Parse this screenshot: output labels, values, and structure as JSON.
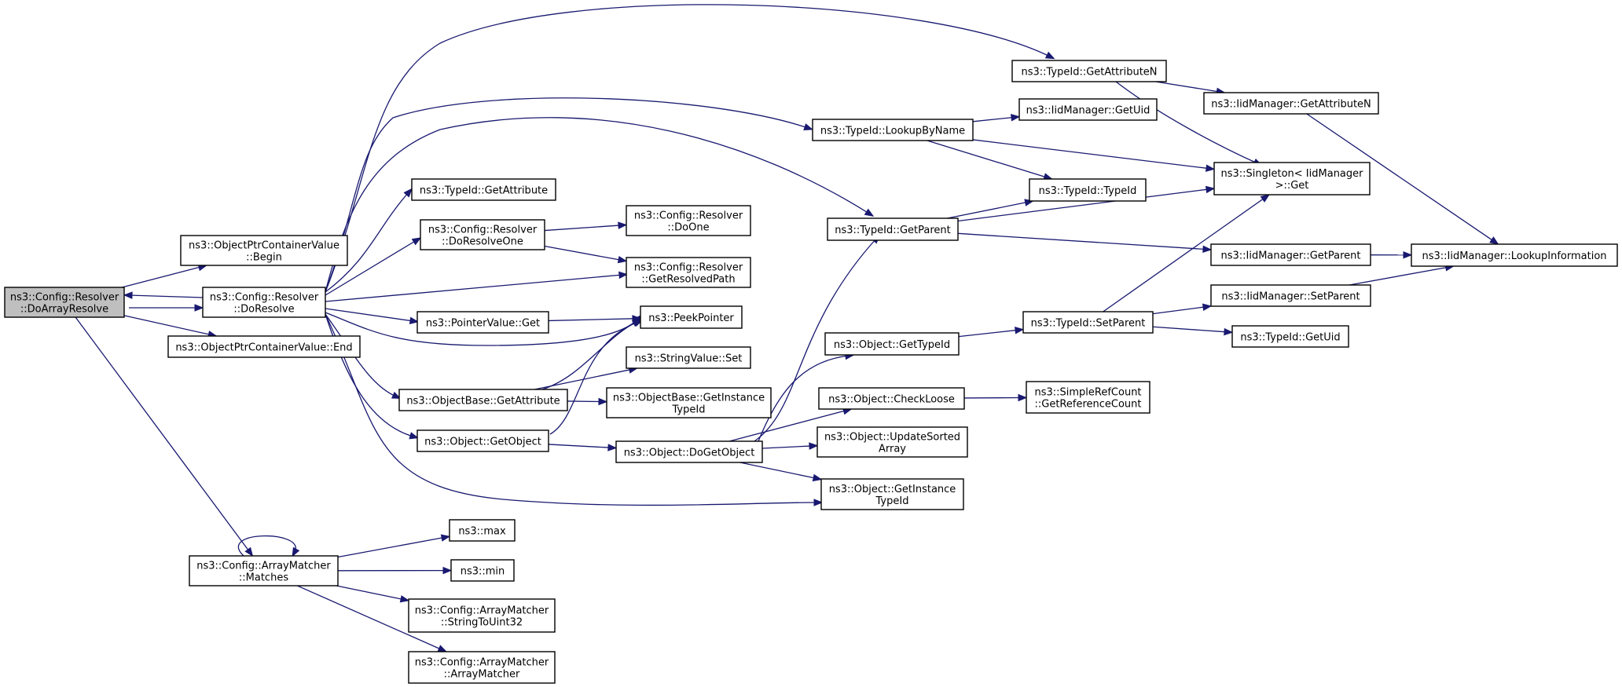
{
  "graph": {
    "nodes": [
      {
        "id": "root",
        "lines": [
          "ns3::Config::Resolver",
          "::DoArrayResolve"
        ],
        "root": true
      },
      {
        "id": "begin",
        "lines": [
          "ns3::ObjectPtrContainerValue",
          "::Begin"
        ]
      },
      {
        "id": "doresolve",
        "lines": [
          "ns3::Config::Resolver",
          "::DoResolve"
        ]
      },
      {
        "id": "end",
        "lines": [
          "ns3::ObjectPtrContainerValue::End"
        ]
      },
      {
        "id": "matches",
        "lines": [
          "ns3::Config::ArrayMatcher",
          "::Matches"
        ]
      },
      {
        "id": "getattr_tid",
        "lines": [
          "ns3::TypeId::GetAttribute"
        ]
      },
      {
        "id": "doresolveone",
        "lines": [
          "ns3::Config::Resolver",
          "::DoResolveOne"
        ]
      },
      {
        "id": "pvget",
        "lines": [
          "ns3::PointerValue::Get"
        ]
      },
      {
        "id": "obgetattr",
        "lines": [
          "ns3::ObjectBase::GetAttribute"
        ]
      },
      {
        "id": "ogetobject",
        "lines": [
          "ns3::Object::GetObject"
        ]
      },
      {
        "id": "doone",
        "lines": [
          "ns3::Config::Resolver",
          "::DoOne"
        ]
      },
      {
        "id": "getresolved",
        "lines": [
          "ns3::Config::Resolver",
          "::GetResolvedPath"
        ]
      },
      {
        "id": "peek",
        "lines": [
          "ns3::PeekPointer"
        ]
      },
      {
        "id": "svset",
        "lines": [
          "ns3::StringValue::Set"
        ]
      },
      {
        "id": "obgetinst",
        "lines": [
          "ns3::ObjectBase::GetInstance",
          "TypeId"
        ]
      },
      {
        "id": "dogetobject",
        "lines": [
          "ns3::Object::DoGetObject"
        ]
      },
      {
        "id": "max",
        "lines": [
          "ns3::max"
        ]
      },
      {
        "id": "min",
        "lines": [
          "ns3::min"
        ]
      },
      {
        "id": "stou32",
        "lines": [
          "ns3::Config::ArrayMatcher",
          "::StringToUint32"
        ]
      },
      {
        "id": "arraymatcher",
        "lines": [
          "ns3::Config::ArrayMatcher",
          "::ArrayMatcher"
        ]
      },
      {
        "id": "lookupbyname",
        "lines": [
          "ns3::TypeId::LookupByName"
        ]
      },
      {
        "id": "getparent_tid",
        "lines": [
          "ns3::TypeId::GetParent"
        ]
      },
      {
        "id": "ogettypeid",
        "lines": [
          "ns3::Object::GetTypeId"
        ]
      },
      {
        "id": "checkloose",
        "lines": [
          "ns3::Object::CheckLoose"
        ]
      },
      {
        "id": "updatesorted",
        "lines": [
          "ns3::Object::UpdateSorted",
          "Array"
        ]
      },
      {
        "id": "ogetinst",
        "lines": [
          "ns3::Object::GetInstance",
          "TypeId"
        ]
      },
      {
        "id": "getattrn_tid",
        "lines": [
          "ns3::TypeId::GetAttributeN"
        ]
      },
      {
        "id": "iid_getuid",
        "lines": [
          "ns3::IidManager::GetUid"
        ]
      },
      {
        "id": "tid_typeid",
        "lines": [
          "ns3::TypeId::TypeId"
        ]
      },
      {
        "id": "setparent_tid",
        "lines": [
          "ns3::TypeId::SetParent"
        ]
      },
      {
        "id": "refcount",
        "lines": [
          "ns3::SimpleRefCount",
          "::GetReferenceCount"
        ]
      },
      {
        "id": "iid_getattrn",
        "lines": [
          "ns3::IidManager::GetAttributeN"
        ]
      },
      {
        "id": "singleton",
        "lines": [
          "ns3::Singleton< IidManager",
          " >::Get"
        ]
      },
      {
        "id": "iid_getparent",
        "lines": [
          "ns3::IidManager::GetParent"
        ]
      },
      {
        "id": "iid_setparent",
        "lines": [
          "ns3::IidManager::SetParent"
        ]
      },
      {
        "id": "tid_getuid",
        "lines": [
          "ns3::TypeId::GetUid"
        ]
      },
      {
        "id": "iid_lookupinfo",
        "lines": [
          "ns3::IidManager::LookupInformation"
        ]
      }
    ],
    "edges": [
      [
        "root",
        "begin"
      ],
      [
        "root",
        "doresolve"
      ],
      [
        "doresolve",
        "root"
      ],
      [
        "root",
        "end"
      ],
      [
        "root",
        "matches"
      ],
      [
        "doresolve",
        "getattrn_tid"
      ],
      [
        "doresolve",
        "lookupbyname"
      ],
      [
        "doresolve",
        "getparent_tid"
      ],
      [
        "doresolve",
        "getattr_tid"
      ],
      [
        "doresolve",
        "doresolveone"
      ],
      [
        "doresolve",
        "getresolved"
      ],
      [
        "doresolve",
        "pvget"
      ],
      [
        "doresolve",
        "peek"
      ],
      [
        "doresolve",
        "obgetattr"
      ],
      [
        "doresolve",
        "ogetobject"
      ],
      [
        "doresolve",
        "ogetinst"
      ],
      [
        "doresolveone",
        "doone"
      ],
      [
        "doresolveone",
        "getresolved"
      ],
      [
        "pvget",
        "peek"
      ],
      [
        "obgetattr",
        "peek"
      ],
      [
        "obgetattr",
        "svset"
      ],
      [
        "obgetattr",
        "obgetinst"
      ],
      [
        "ogetobject",
        "peek"
      ],
      [
        "ogetobject",
        "dogetobject"
      ],
      [
        "dogetobject",
        "getparent_tid"
      ],
      [
        "dogetobject",
        "ogettypeid"
      ],
      [
        "dogetobject",
        "checkloose"
      ],
      [
        "dogetobject",
        "updatesorted"
      ],
      [
        "dogetobject",
        "ogetinst"
      ],
      [
        "matches",
        "matches"
      ],
      [
        "matches",
        "max"
      ],
      [
        "matches",
        "min"
      ],
      [
        "matches",
        "stou32"
      ],
      [
        "matches",
        "arraymatcher"
      ],
      [
        "getattrn_tid",
        "iid_getattrn"
      ],
      [
        "getattrn_tid",
        "singleton"
      ],
      [
        "lookupbyname",
        "iid_getuid"
      ],
      [
        "lookupbyname",
        "tid_typeid"
      ],
      [
        "lookupbyname",
        "singleton"
      ],
      [
        "getparent_tid",
        "tid_typeid"
      ],
      [
        "getparent_tid",
        "singleton"
      ],
      [
        "getparent_tid",
        "iid_getparent"
      ],
      [
        "ogettypeid",
        "setparent_tid"
      ],
      [
        "checkloose",
        "refcount"
      ],
      [
        "setparent_tid",
        "singleton"
      ],
      [
        "setparent_tid",
        "iid_setparent"
      ],
      [
        "setparent_tid",
        "tid_getuid"
      ],
      [
        "iid_getattrn",
        "iid_lookupinfo"
      ],
      [
        "iid_getparent",
        "iid_lookupinfo"
      ],
      [
        "iid_setparent",
        "iid_lookupinfo"
      ]
    ]
  }
}
